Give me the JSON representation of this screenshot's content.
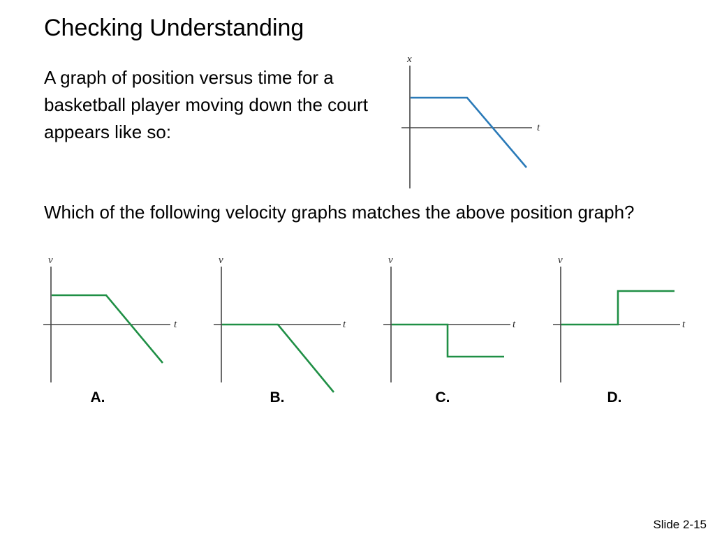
{
  "slide": {
    "title": "Checking Understanding",
    "intro": "A graph of position versus time for a basketball player moving down the court appears like so:",
    "question": "Which of the following velocity graphs matches the above position graph?",
    "slide_number": "Slide 2-15"
  },
  "position_graph": {
    "xlabel": "t",
    "ylabel": "x",
    "line_color": "#2a7ab8"
  },
  "options": [
    {
      "label": "A.",
      "xlabel": "t",
      "ylabel": "v",
      "line_color": "#1f8f45"
    },
    {
      "label": "B.",
      "xlabel": "t",
      "ylabel": "v",
      "line_color": "#1f8f45"
    },
    {
      "label": "C.",
      "xlabel": "t",
      "ylabel": "v",
      "line_color": "#1f8f45"
    },
    {
      "label": "D.",
      "xlabel": "t",
      "ylabel": "v",
      "line_color": "#1f8f45"
    }
  ]
}
